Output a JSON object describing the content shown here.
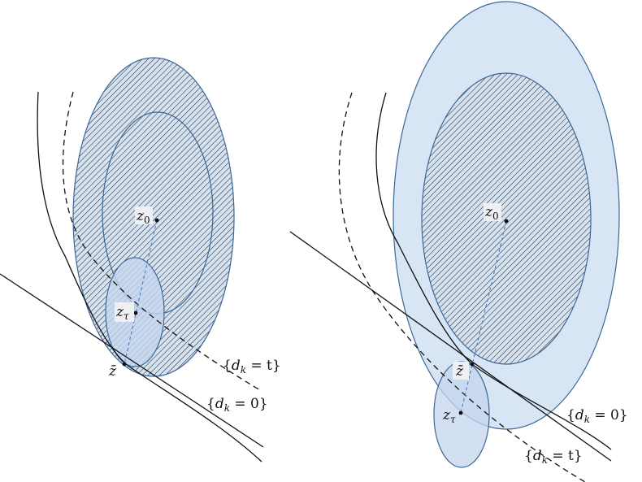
{
  "panels": [
    {
      "id": "left",
      "labels": {
        "center": {
          "base": "z",
          "sub": "0"
        },
        "projected": {
          "base": "z",
          "sub": "τ"
        },
        "boundary": "z̄",
        "level_t": {
          "pre": "{",
          "var": "d",
          "sub": "k",
          "post": " = t}"
        },
        "level_0": {
          "pre": "{",
          "var": "d",
          "sub": "k",
          "post": " = 0}"
        }
      }
    },
    {
      "id": "right",
      "labels": {
        "center": {
          "base": "z",
          "sub": "0"
        },
        "projected": {
          "base": "z",
          "sub": "τ"
        },
        "boundary": "z̄",
        "level_t": {
          "pre": "{",
          "var": "d",
          "sub": "k",
          "post": " = t}"
        },
        "level_0": {
          "pre": "{",
          "var": "d",
          "sub": "k",
          "post": " = 0}"
        }
      }
    }
  ],
  "colors": {
    "ellipse_fill": "#d5e2f2",
    "ellipse_stroke": "#3b6797",
    "hatch": "#2b2b2b",
    "line": "#111111",
    "dashed_segment": "#4a7fc0"
  }
}
